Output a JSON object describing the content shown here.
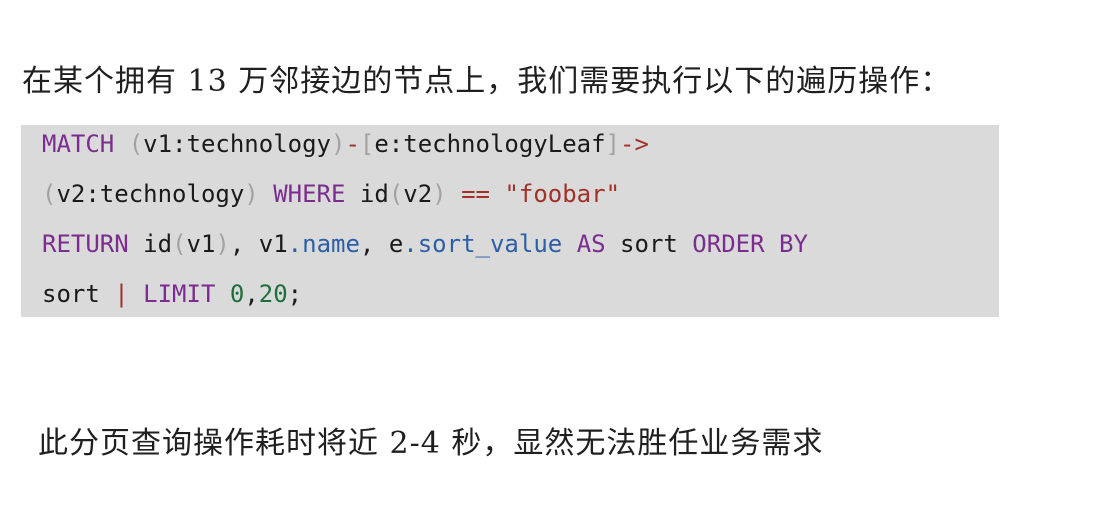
{
  "intro_text": "在某个拥有 13 万邻接边的节点上，我们需要执行以下的遍历操作：",
  "code": {
    "line1": {
      "t1": "MATCH",
      "t2": " ",
      "t3": "(",
      "t4": "v1:technology",
      "t5": ")",
      "t6": "-",
      "t7": "[",
      "t8": "e:technologyLeaf",
      "t9": "]",
      "t10": "->"
    },
    "line2": {
      "t1": "(",
      "t2": "v2:technology",
      "t3": ")",
      "t4": " ",
      "t5": "WHERE",
      "t6": " id",
      "t7": "(",
      "t8": "v2",
      "t9": ")",
      "t10": " ",
      "t11": "==",
      "t12": " ",
      "t13": "\"foobar\""
    },
    "line3": {
      "t1": "RETURN",
      "t2": " id",
      "t3": "(",
      "t4": "v1",
      "t5": ")",
      "t6": ", v1",
      "t7": ".name",
      "t8": ", e",
      "t9": ".sort_value",
      "t10": " ",
      "t11": "AS",
      "t12": " sort ",
      "t13": "ORDER BY"
    },
    "line4": {
      "t1": "sort ",
      "t2": "|",
      "t3": " ",
      "t4": "LIMIT",
      "t5": " ",
      "t6": "0",
      "t7": ",",
      "t8": "20",
      "t9": ";"
    }
  },
  "outro_text": "此分页查询操作耗时将近 2-4 秒，显然无法胜任业务需求"
}
